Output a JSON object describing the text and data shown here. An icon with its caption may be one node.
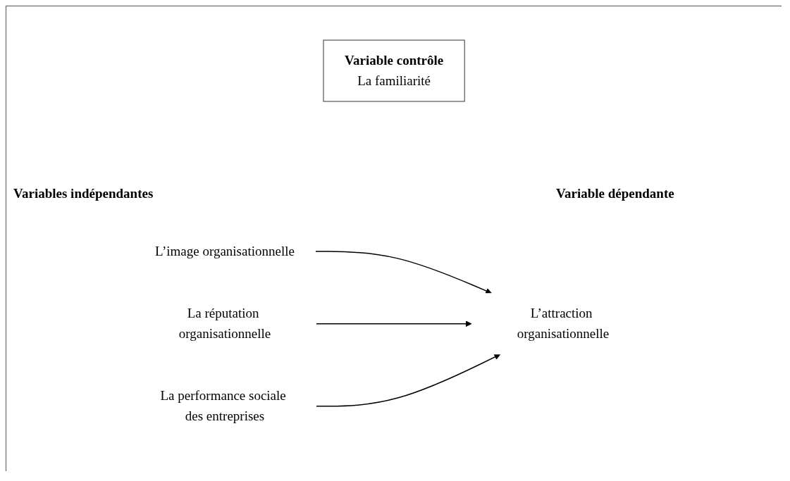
{
  "diagram": {
    "nodes": [
      {
        "text": [
          "Variable contrôle",
          "La familiarité"
        ]
      },
      {
        "text": [
          "L’image organisationnelle"
        ]
      },
      {
        "text": [
          "La réputation organisationnelle"
        ]
      },
      {
        "text": [
          "La performance sociale des entreprises"
        ]
      },
      {
        "text": [
          "L’attraction organisationnelle"
        ]
      }
    ],
    "edges": [
      {
        "from": 1,
        "to": 4,
        "arrow": "to"
      },
      {
        "from": 2,
        "to": 4,
        "arrow": "to"
      },
      {
        "from": 3,
        "to": 4,
        "arrow": "to"
      }
    ],
    "labels": [
      "Variables indépendantes",
      "Variable dépendante"
    ]
  }
}
